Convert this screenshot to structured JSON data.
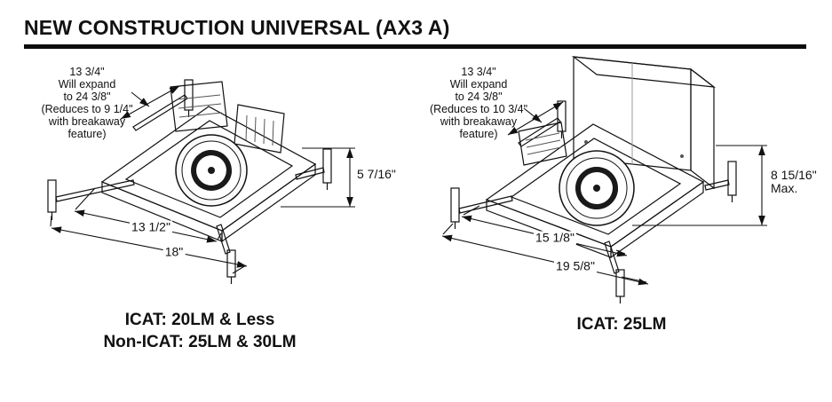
{
  "title": "NEW CONSTRUCTION UNIVERSAL (AX3 A)",
  "colors": {
    "ink": "#111111",
    "background": "#ffffff"
  },
  "left": {
    "expand_note": "13 3/4\"\nWill expand\nto 24 3/8\"\n(Reduces to 9 1/4\"\nwith breakaway\nfeature)",
    "height_dim": "5 7/16\"",
    "width_dim_inner": "13 1/2\"",
    "width_dim_outer": "18\"",
    "caption": "ICAT: 20LM & Less\nNon-ICAT: 25LM & 30LM"
  },
  "right": {
    "expand_note": "13 3/4\"\nWill expand\nto 24 3/8\"\n(Reduces to 10 3/4\"\nwith breakaway\nfeature)",
    "height_dim": "8 15/16\"\nMax.",
    "width_dim_inner": "15 1/8\"",
    "width_dim_outer": "19 5/8\"",
    "caption": "ICAT: 25LM"
  }
}
